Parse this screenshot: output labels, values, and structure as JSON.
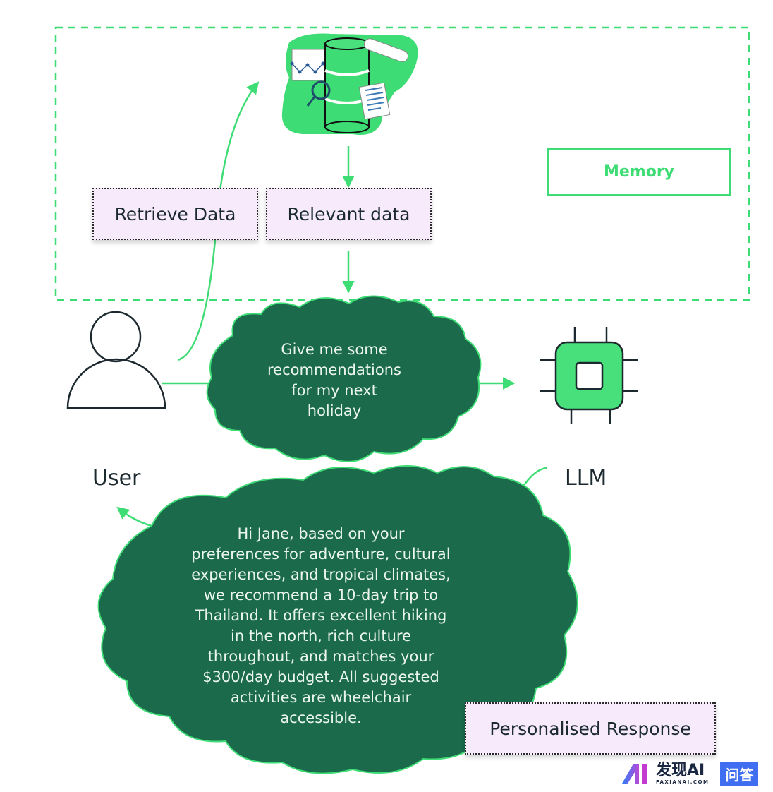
{
  "diagram": {
    "title": "Retrieval-augmented personalised response flow",
    "colors": {
      "accent_green": "#3edc74",
      "cloud_fill": "#1b6a4c",
      "label_fill": "#f6eafb",
      "text_dark": "#1c2a30"
    },
    "memory_region": {
      "label": "Memory",
      "icon": "database-analytics-icon"
    },
    "steps": {
      "retrieve": "Retrieve Data",
      "relevant": "Relevant data",
      "response": "Personalised Response"
    },
    "nodes": {
      "user": {
        "label": "User",
        "icon": "user-icon"
      },
      "llm": {
        "label": "LLM",
        "icon": "chip-icon"
      }
    },
    "query_cloud": {
      "text": "Give me some\nrecommendations\nfor my next\nholiday"
    },
    "response_cloud": {
      "text": "Hi Jane, based on your\npreferences for adventure, cultural\nexperiences, and tropical climates,\nwe recommend a 10-day trip to\nThailand. It offers excellent hiking\nin the north, rich culture\nthroughout, and matches your\n$300/day budget. All suggested\nactivities are wheelchair\naccessible."
    },
    "edges": [
      {
        "from": "User",
        "to": "Memory",
        "label": "Retrieve Data"
      },
      {
        "from": "Memory",
        "to": "Query",
        "label": "Relevant data"
      },
      {
        "from": "User",
        "to": "Query"
      },
      {
        "from": "Query",
        "to": "LLM"
      },
      {
        "from": "LLM",
        "to": "User",
        "label": "Personalised Response"
      }
    ]
  },
  "watermark": {
    "brand": "发现AI",
    "domain": "FAXIANAI.COM",
    "badge": "问答"
  }
}
